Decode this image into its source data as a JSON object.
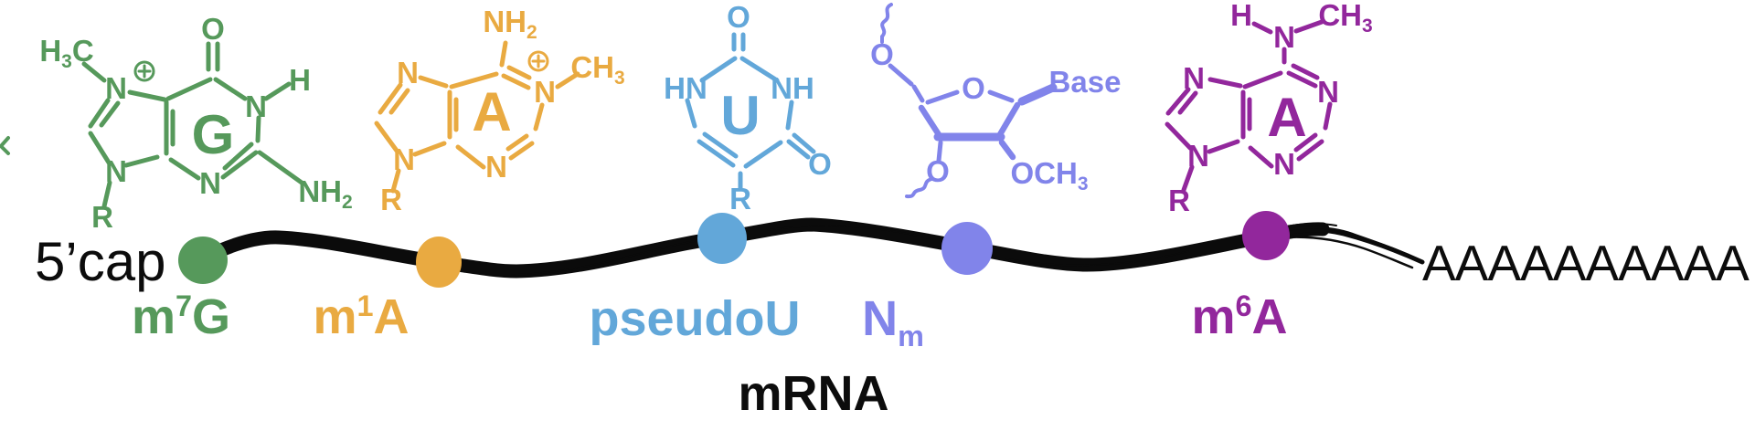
{
  "diagram": {
    "molecule_label": "mRNA",
    "cap_label": "5’cap",
    "polya_label": "AAAAAAAAAA",
    "backbone_color": "#0b0b0b"
  },
  "modifications": [
    {
      "name": "m7G",
      "label": {
        "pre": "m",
        "sup": "7",
        "post": "G"
      },
      "color": "#56995b",
      "atoms": {
        "h3c_h": "H",
        "h3c_3": "3",
        "h3c_c": "C",
        "n7": "N",
        "o6": "O",
        "n1": "N",
        "h1": "H",
        "ring_letter": "G",
        "n3": "N",
        "nh2_nh": "NH",
        "nh2_2": "2",
        "n9": "N",
        "r": "R"
      }
    },
    {
      "name": "m1A",
      "label": {
        "pre": "m",
        "sup": "1",
        "post": "A"
      },
      "color": "#e9aa41",
      "atoms": {
        "nh2_nh": "NH",
        "nh2_2": "2",
        "n7": "N",
        "n1": "N",
        "ch3_ch": "CH",
        "ch3_3": "3",
        "ring_letter": "A",
        "n3": "N",
        "n9": "N",
        "r": "R"
      }
    },
    {
      "name": "pseudoU",
      "label": {
        "pre": "pseudoU",
        "sup": "",
        "post": ""
      },
      "color": "#62a7d9",
      "atoms": {
        "o2": "O",
        "n1": "HN",
        "n3": "NH",
        "ring_letter": "U",
        "o4": "O",
        "r": "R"
      }
    },
    {
      "name": "Nm",
      "label": {
        "pre": "N",
        "sub": "m"
      },
      "color": "#8184ea",
      "atoms": {
        "o5": "O",
        "ring_o": "O",
        "base": "Base",
        "o3": "O",
        "och3_och": "OCH",
        "och3_3": "3"
      }
    },
    {
      "name": "m6A",
      "label": {
        "pre": "m",
        "sup": "6",
        "post": "A"
      },
      "color": "#92279c",
      "atoms": {
        "h": "H",
        "n6": "N",
        "ch3_ch": "CH",
        "ch3_3": "3",
        "n7": "N",
        "n1": "N",
        "ring_letter": "A",
        "n3": "N",
        "n9": "N",
        "r": "R"
      }
    }
  ]
}
